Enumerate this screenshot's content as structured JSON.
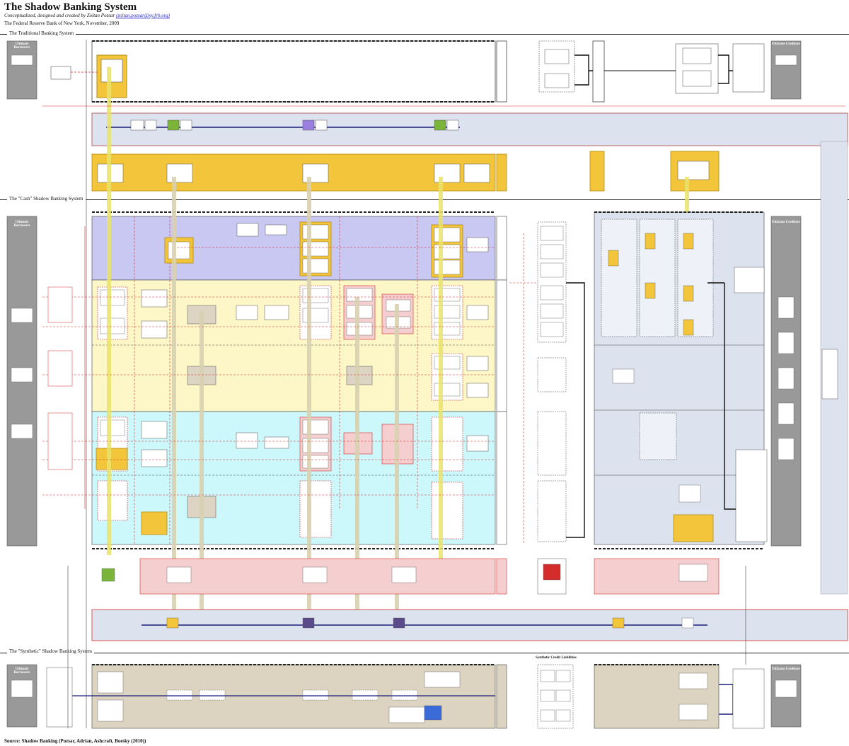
{
  "header": {
    "title": "The Shadow Banking System",
    "subtitle_prefix": "Conceptualized, designed and created by Zoltan Pozsar",
    "subtitle_email": "(zoltan.pozsar@ny.frb.org)",
    "organization": "The Federal Reserve Bank of New York, November, 2009"
  },
  "sections": {
    "traditional": "The Traditional Banking System",
    "cash": "The \"Cash\" Shadow Banking System",
    "synthetic": "The \"Synthetic\" Shadow Banking System"
  },
  "ultimate": {
    "borrowers": "Ultimate Borrowers",
    "creditors": "Ultimate Creditors"
  },
  "synthetic_credit": "Synthetic Credit Liabilities",
  "footer": {
    "source": "Source: Shadow Banking (Pozsar, Adrian, Ashcraft, Boesky (2010))"
  },
  "colors": {
    "government": "#f2c53a",
    "tier_blue": "#c9c8f2",
    "tier_yellow": "#fdf7c7",
    "tier_cyan": "#cdf8fb",
    "pink": "#f5cfd0",
    "grey_band": "#dde3ee",
    "synthetic": "#dcd4c0",
    "ultimate": "#999999",
    "line_red": "#d42b2b",
    "line_navy": "#1b1f7a"
  }
}
